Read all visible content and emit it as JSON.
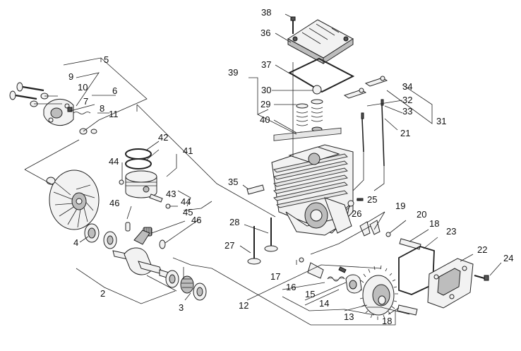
{
  "diagram": {
    "labels": {
      "l2": "2",
      "l3": "3",
      "l4": "4",
      "l5": "5",
      "l6": "6",
      "l7": "7",
      "l8": "8",
      "l9": "9",
      "l10": "10",
      "l11": "11",
      "l12": "12",
      "l13": "13",
      "l14": "14",
      "l15": "15",
      "l16": "16",
      "l17": "17",
      "l18a": "18",
      "l18b": "18",
      "l19": "19",
      "l20": "20",
      "l21": "21",
      "l22": "22",
      "l23": "23",
      "l24": "24",
      "l25": "25",
      "l26": "26",
      "l27": "27",
      "l28": "28",
      "l29": "29",
      "l30": "30",
      "l31": "31",
      "l32": "32",
      "l33": "33",
      "l34": "34",
      "l35": "35",
      "l36": "36",
      "l37": "37",
      "l38": "38",
      "l39": "39",
      "l40": "40",
      "l41": "41",
      "l42": "42",
      "l43": "43",
      "l44a": "44",
      "l44b": "44",
      "l45": "45",
      "l46a": "46",
      "l46b": "46"
    },
    "colors": {
      "line": "#222222",
      "part_fill": "#f2f2f2",
      "part_dark": "#bdbdbd"
    }
  }
}
